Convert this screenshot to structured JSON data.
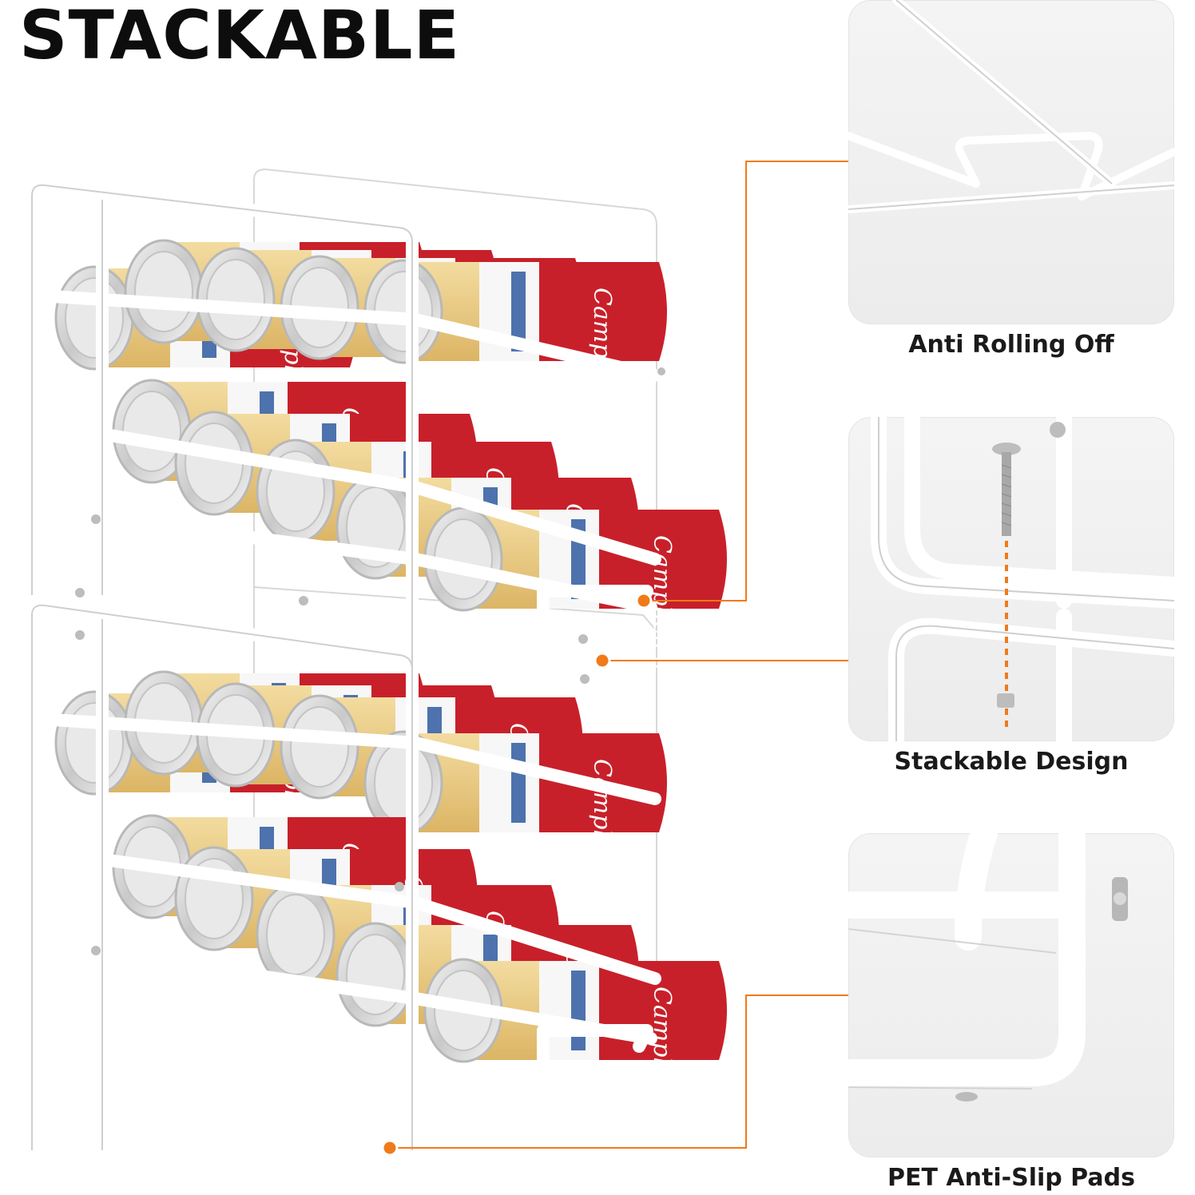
{
  "headline": "STACKABLE",
  "features": [
    {
      "label": "Anti Rolling Off"
    },
    {
      "label": "Stackable Design"
    },
    {
      "label": "PET Anti-Slip Pads"
    }
  ],
  "colors": {
    "accent": "#f07a1a",
    "rack": "#ffffff",
    "can_red": "#c8202a",
    "can_gold": "#ecc97a",
    "panel_bg": "#efefef"
  },
  "can_label_text": "Campbell's"
}
